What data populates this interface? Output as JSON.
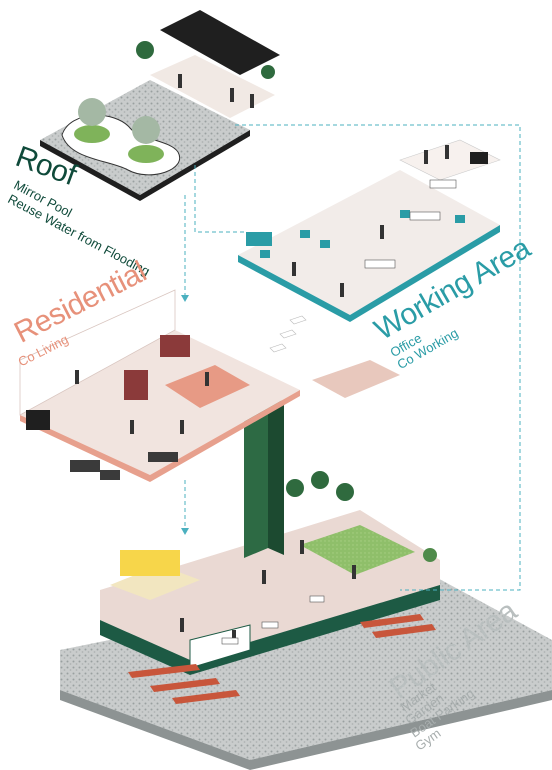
{
  "colors": {
    "roof": "#0f4a3a",
    "residential": "#e7917a",
    "working": "#2a9ca6",
    "public": "#b9bfbf",
    "dashed": "#4bb0bf"
  },
  "zones": {
    "roof": {
      "title": "Roof",
      "items": [
        "Mirror Pool",
        "Reuse Water from Flooding"
      ]
    },
    "residential": {
      "title": "Residential",
      "items": [
        "Co Living"
      ]
    },
    "working": {
      "title": "Working Area",
      "items": [
        "Office",
        "Co Working"
      ]
    },
    "public": {
      "title": "Public Area",
      "items": [
        "Market",
        "Garden",
        "Boat Parking",
        "Gym"
      ]
    }
  }
}
